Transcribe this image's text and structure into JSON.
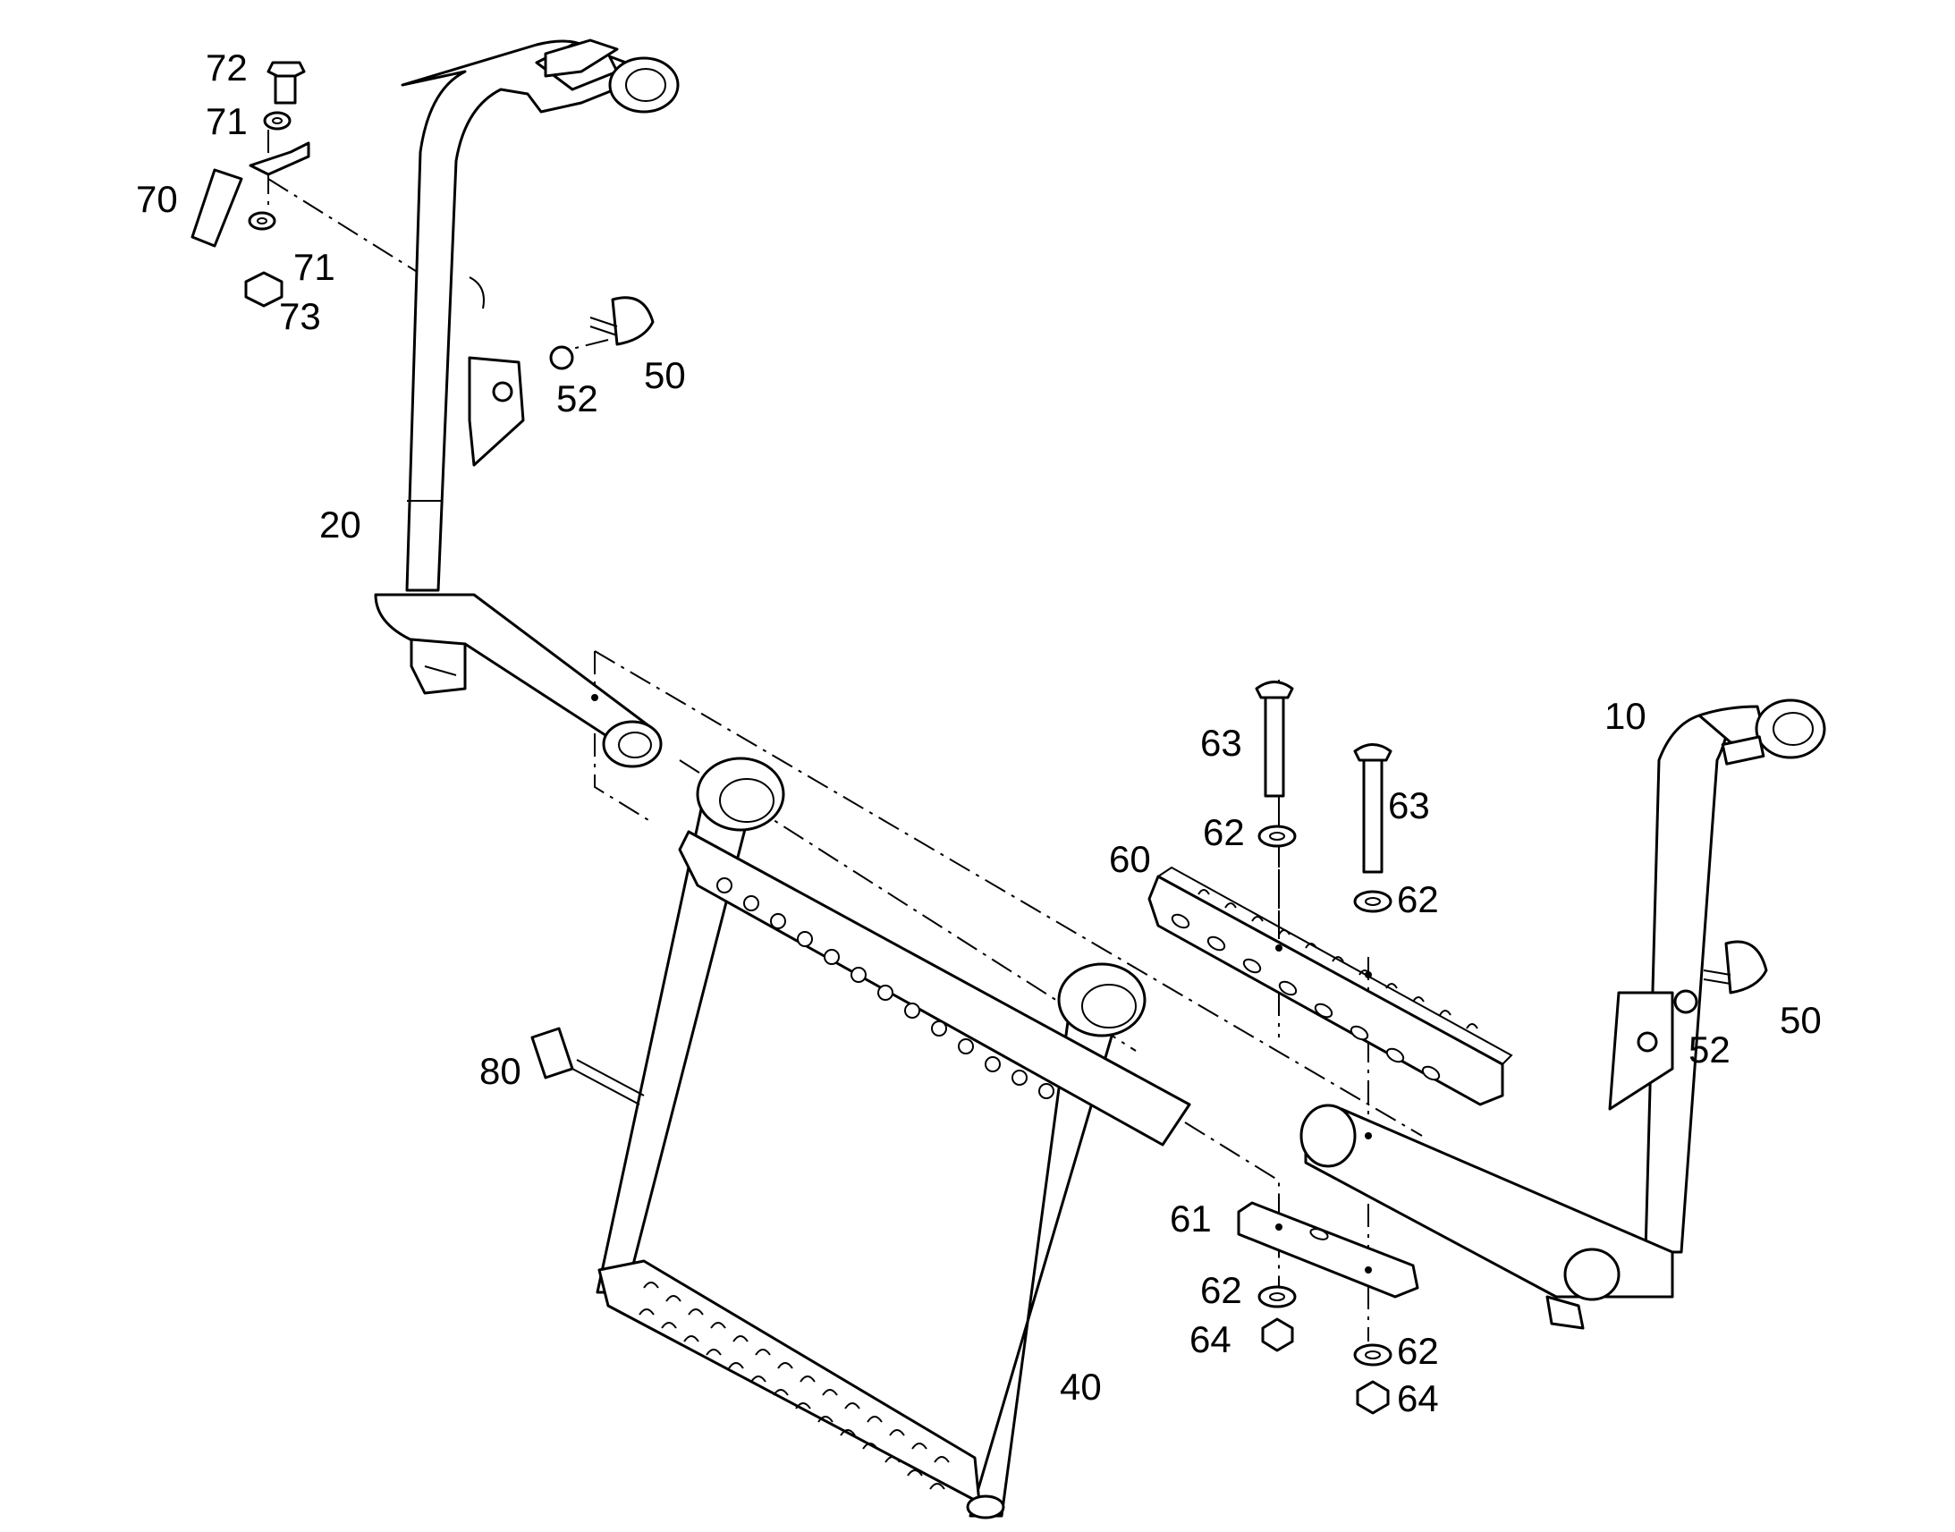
{
  "diagram": {
    "callouts": {
      "c72": "72",
      "c71a": "71",
      "c70": "70",
      "c71b": "71",
      "c73": "73",
      "c52a": "52",
      "c50a": "50",
      "c20": "20",
      "c63a": "63",
      "c10": "10",
      "c63b": "63",
      "c62a": "62",
      "c60": "60",
      "c62b": "62",
      "c50b": "50",
      "c52b": "52",
      "c80": "80",
      "c61": "61",
      "c62c": "62",
      "c64a": "64",
      "c62d": "62",
      "c40": "40",
      "c64b": "64"
    }
  }
}
